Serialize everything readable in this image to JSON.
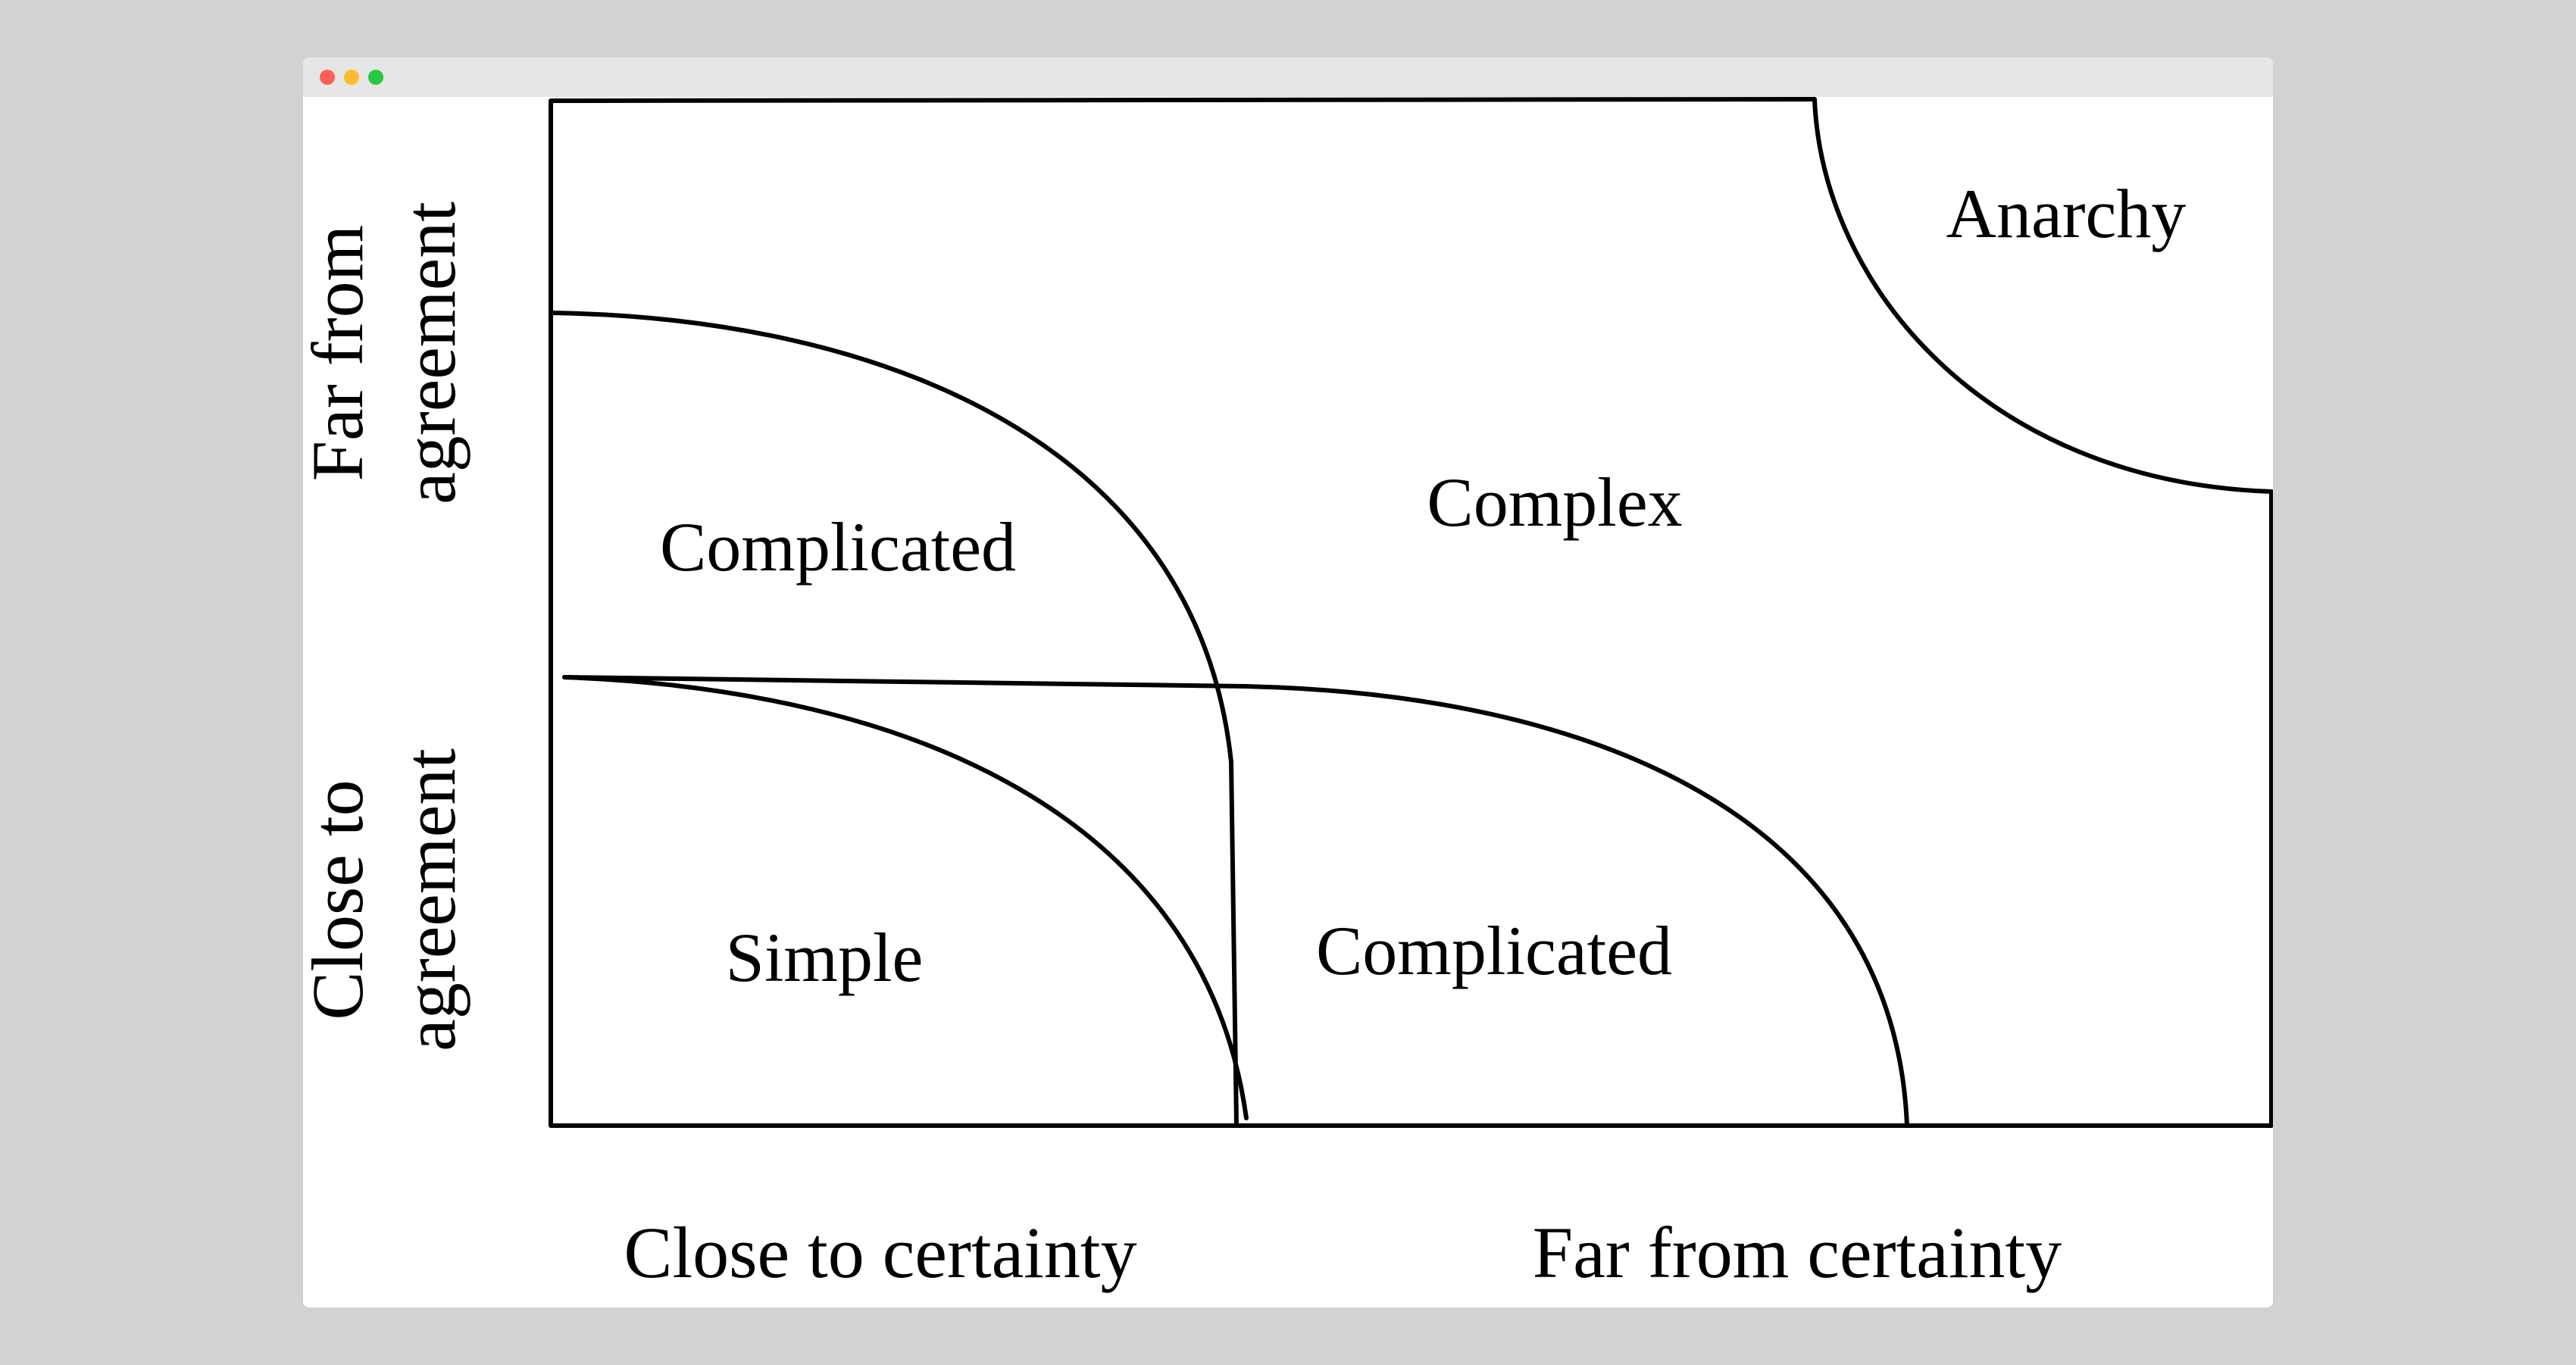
{
  "window": {
    "controls": [
      "close",
      "minimize",
      "zoom"
    ]
  },
  "diagram": {
    "regions": {
      "anarchy": "Anarchy",
      "complex": "Complex",
      "complicated_top": "Complicated",
      "simple": "Simple",
      "complicated_bottom": "Complicated"
    },
    "y_axis": {
      "far_line1": "Far from",
      "far_line2": "agreement",
      "close_line1": "Close to",
      "close_line2": "agreement"
    },
    "x_axis": {
      "close": "Close to certainty",
      "far": "Far from certainty"
    }
  }
}
